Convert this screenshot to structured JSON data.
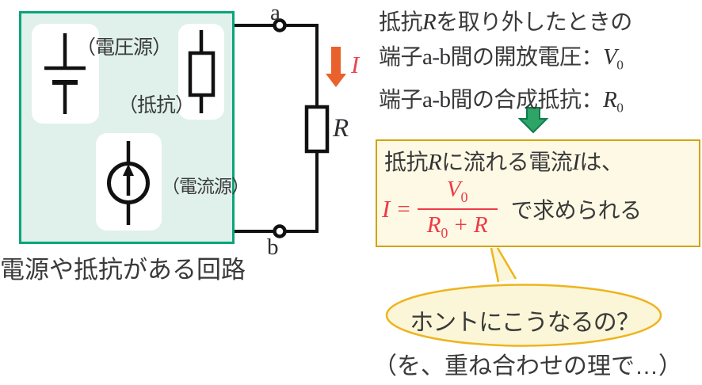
{
  "colors": {
    "box_border_green": "#0aa578",
    "box_fill_mint": "#dff1ea",
    "circuit_black": "#111111",
    "current_arrow_orange": "#e9612c",
    "current_label_red": "#ea4550",
    "formula_red": "#ee3a47",
    "result_border_gold": "#d2a300",
    "result_fill_cream": "#fdf9e4",
    "down_arrow_green": "#2ea566",
    "down_arrow_green_dark": "#0e7c49",
    "bubble_border_gold": "#eeb41e",
    "bubble_fill_cream": "#fbf6d8",
    "text_dark": "#3a3a3a"
  },
  "source_box": {
    "caption": "電源や抵抗がある回路",
    "voltage_source_label": "（電圧源）",
    "resistor_label": "（抵抗）",
    "current_source_label": "（電流源）"
  },
  "circuit": {
    "terminal_a": "a",
    "terminal_b": "b",
    "current_label": "I",
    "resistor_label": "R"
  },
  "conditions": {
    "line1": {
      "t1": "抵抗",
      "m1": "R",
      "t2": "を取り外したときの"
    },
    "line2": {
      "t1": "端子",
      "m1": "a-b",
      "t2": "間の開放電圧：",
      "sym": "V",
      "sub": "0"
    },
    "line3": {
      "t1": "端子",
      "m1": "a-b",
      "t2": "間の合成抵抗：",
      "sym": "R",
      "sub": "0"
    }
  },
  "result": {
    "line1": {
      "t1": "抵抗",
      "m1": "R",
      "t2": "に流れる電流",
      "m2": "I",
      "t3": "は、"
    },
    "formula": {
      "lhs": "I",
      "eq": "=",
      "num_sym": "V",
      "num_sub": "0",
      "den_sym1": "R",
      "den_sub1": "0",
      "den_op": "+",
      "den_sym2": "R"
    },
    "suffix": "で求められる"
  },
  "bubble": {
    "text": "ホントにこうなるの？"
  },
  "footnote": "（を、重ね合わせの理で…）"
}
